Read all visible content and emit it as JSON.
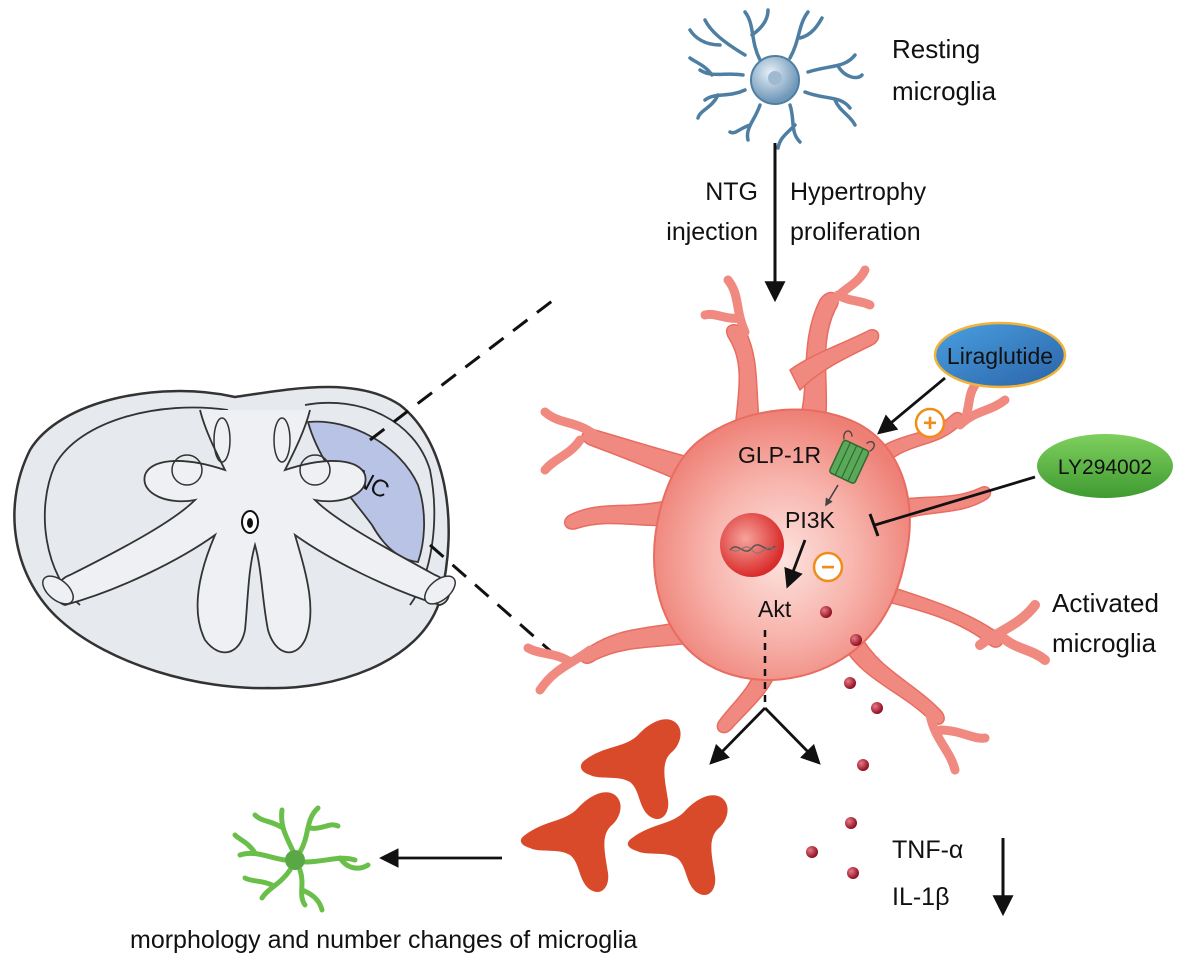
{
  "labels": {
    "resting": [
      "Resting",
      "microglia"
    ],
    "ntg": [
      "NTG",
      "injection"
    ],
    "hypertrophy": [
      "Hypertrophy",
      "proliferation"
    ],
    "activated": [
      "Activated",
      "microglia"
    ],
    "tnc": "TNC",
    "glp1r": "GLP-1R",
    "pi3k": "PI3K",
    "akt": "Akt",
    "liraglutide": "Liraglutide",
    "ly": "LY294002",
    "plus": "+",
    "minus": "−",
    "tnf": "TNF-α",
    "il1b": "IL-1β",
    "caption": "morphology and number changes of microglia"
  },
  "colors": {
    "resting_cell": "#5b86a8",
    "activated_cell": "#f08a80",
    "activated_nucleus": "#e8413f",
    "amoeboid": "#d94a2a",
    "ramified_green": "#6abf4b",
    "liraglutide_fill": "#3b7fc4",
    "liraglutide_border": "#f2b33d",
    "ly_fill": "#5cb545",
    "receptor": "#5aa85a",
    "sign_orange": "#f08c1a",
    "tnc_region": "#b9c3e6",
    "cord_fill": "#e8eaee",
    "cytokine": "#a3172b"
  }
}
